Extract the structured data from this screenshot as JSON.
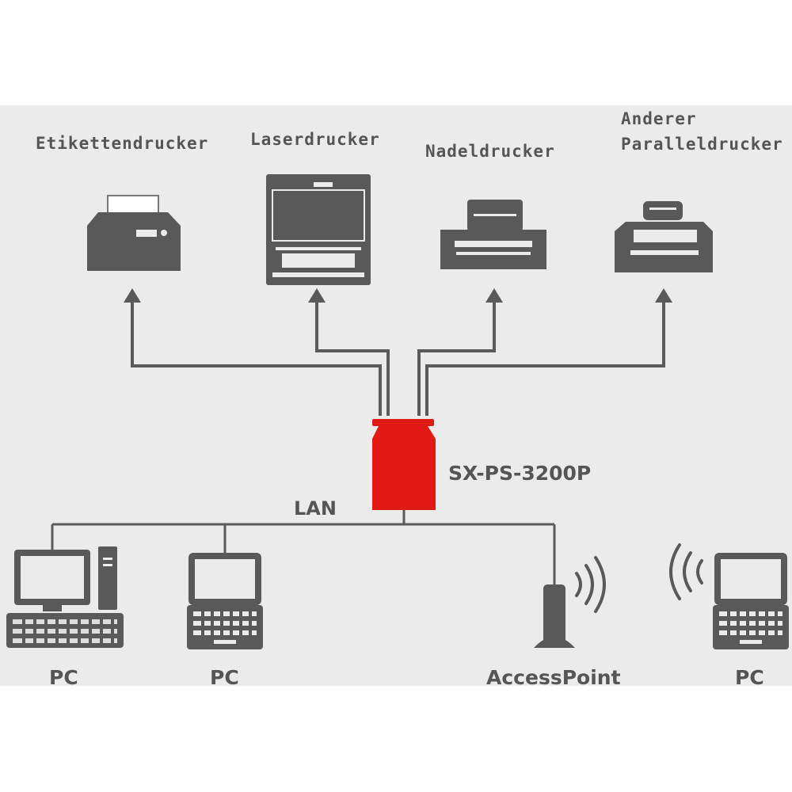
{
  "printers": {
    "label_printer": "Etikettendrucker",
    "laser_printer": "Laserdrucker",
    "dot_matrix_printer": "Nadeldrucker",
    "other_parallel_line1": "Anderer",
    "other_parallel_line2": "Paralleldrucker"
  },
  "server": {
    "model": "SX-PS-3200P",
    "color": "#e11a16"
  },
  "network": {
    "label": "LAN"
  },
  "clients": {
    "pc1": "PC",
    "pc2": "PC",
    "access_point": "AccessPoint",
    "pc3": "PC"
  },
  "colors": {
    "background": "#ebebeb",
    "device": "#595959",
    "line": "#5a5a5a"
  }
}
